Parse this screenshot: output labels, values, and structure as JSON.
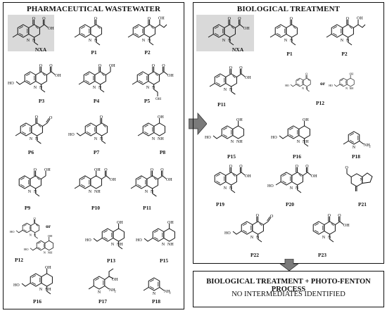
{
  "left_panel": {
    "title": "PHARMACEUTICAL WASTEWATER",
    "labels": {
      "nxa": "NXA",
      "p1": "P1",
      "p2": "P2",
      "p3": "P3",
      "p4": "P4",
      "p5": "P5",
      "p6": "P6",
      "p7": "P7",
      "p8": "P8",
      "p9": "P9",
      "p10": "P10",
      "p11": "P11",
      "p12": "P12",
      "p12_or": "or",
      "p13": "P13",
      "p15": "P15",
      "p16": "P16",
      "p17": "P17",
      "p18": "P18"
    }
  },
  "right_panel": {
    "title": "BIOLOGICAL TREATMENT",
    "labels": {
      "nxa": "NXA",
      "p1": "P1",
      "p2": "P2",
      "p11": "P11",
      "p12": "P12",
      "p12_or": "or",
      "p15": "P15",
      "p16": "P16",
      "p18": "P18",
      "p19": "P19",
      "p20": "P20",
      "p21": "P21",
      "p22": "P22",
      "p23": "P23"
    }
  },
  "bottom_panel": {
    "title": "BIOLOGICAL TREATMENT + PHOTO-FENTON PROCESS",
    "subtitle": "NO INTERMEDIATES IDENTIFIED"
  },
  "colors": {
    "highlight": "#d9d9d9",
    "arrow": "#7a7a7a",
    "border": "#111111"
  }
}
